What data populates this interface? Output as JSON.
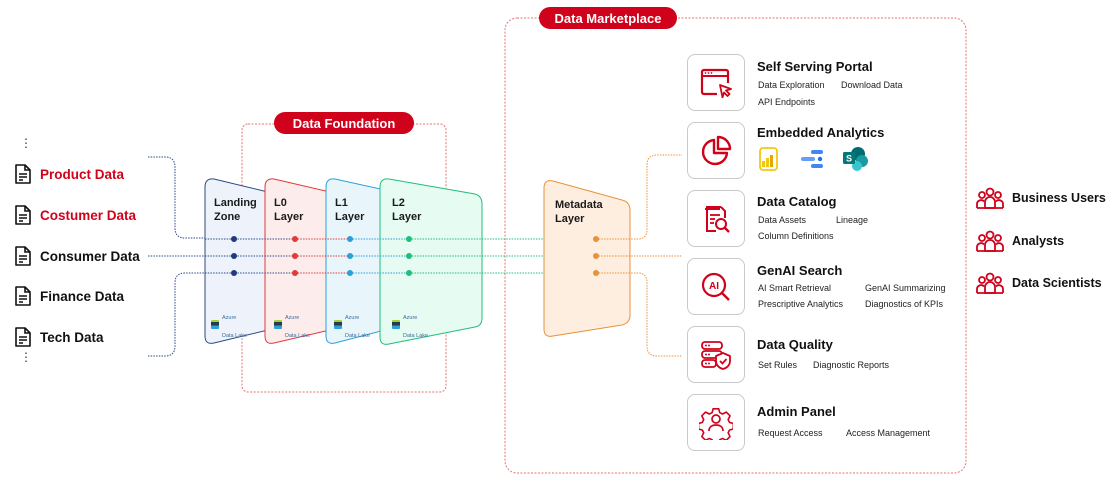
{
  "sources": {
    "items": [
      {
        "label": "Product Data",
        "highlight": true
      },
      {
        "label": "Costumer Data",
        "highlight": true
      },
      {
        "label": "Consumer Data",
        "highlight": false
      },
      {
        "label": "Finance Data",
        "highlight": false
      },
      {
        "label": "Tech Data",
        "highlight": false
      }
    ],
    "more_indicator": "⋮"
  },
  "foundation": {
    "title": "Data Foundation",
    "layers": [
      {
        "label1": "Landing",
        "label2": "Zone",
        "storage1": "Azure",
        "storage2": "Data Lake",
        "color": "#2c4a86",
        "fill": "#eef3fb"
      },
      {
        "label1": "L0",
        "label2": "Layer",
        "storage1": "Azure",
        "storage2": "Data Lake",
        "color": "#e03a3a",
        "fill": "#fdecec"
      },
      {
        "label1": "L1",
        "label2": "Layer",
        "storage1": "Azure",
        "storage2": "Data Lake",
        "color": "#2a9fd8",
        "fill": "#e8f6fc"
      },
      {
        "label1": "L2",
        "label2": "Layer",
        "storage1": "Azure",
        "storage2": "Data Lake",
        "color": "#1fbf7a",
        "fill": "#e6fbf1"
      }
    ]
  },
  "marketplace": {
    "title": "Data Marketplace",
    "metadata_layer": {
      "label1": "Metadata",
      "label2": "Layer",
      "color": "#e8923a",
      "fill": "#fdeee0"
    },
    "services": [
      {
        "title": "Self Serving Portal",
        "icon": "browser-cursor-icon",
        "features": [
          "Data Exploration",
          "Download Data",
          "API Endpoints"
        ]
      },
      {
        "title": "Embedded Analytics",
        "icon": "pie-chart-icon",
        "tools": [
          "power-bi-icon",
          "looker-studio-icon",
          "sharepoint-icon"
        ],
        "features": []
      },
      {
        "title": "Data Catalog",
        "icon": "document-search-icon",
        "features": [
          "Data Assets",
          "Lineage",
          "Column Definitions"
        ]
      },
      {
        "title": "GenAI Search",
        "icon": "ai-search-icon",
        "features": [
          "AI Smart Retrieval",
          "GenAI Summarizing",
          "Prescriptive Analytics",
          "Diagnostics of KPIs"
        ]
      },
      {
        "title": "Data Quality",
        "icon": "server-shield-icon",
        "features": [
          "Set Rules",
          "Diagnostic Reports"
        ]
      },
      {
        "title": "Admin Panel",
        "icon": "gear-user-icon",
        "features": [
          "Request Access",
          "Access Management"
        ]
      }
    ]
  },
  "consumers": {
    "items": [
      {
        "label": "Business Users"
      },
      {
        "label": "Analysts"
      },
      {
        "label": "Data Scientists"
      }
    ]
  },
  "colors": {
    "brand_red": "#d0021b",
    "source_connector": "#2c4a86",
    "metadata_connector": "#e8923a"
  }
}
